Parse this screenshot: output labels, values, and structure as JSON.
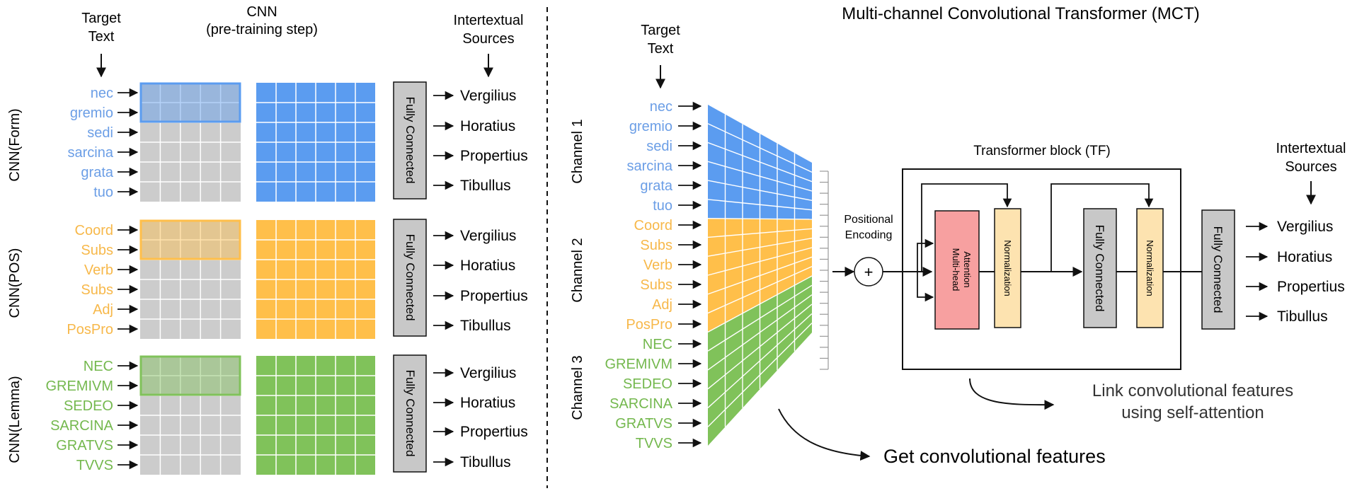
{
  "colors": {
    "form": "#6b9ee6",
    "form_fill": "#5b9cf0",
    "pos": "#f7b84a",
    "pos_fill": "#ffbf4a",
    "lemma": "#74b84e",
    "lemma_fill": "#80c25a",
    "grid_gray": "#cccccc",
    "fc_gray": "#c8c8c8",
    "attention_red": "#f7a0a0",
    "norm_yellow": "#fde3b0"
  },
  "left": {
    "target_text": [
      "Target",
      "Text"
    ],
    "cnn_title": [
      "CNN",
      "(pre-training step)"
    ],
    "sources_title": [
      "Intertextual",
      "Sources"
    ],
    "fc_label": "Fully Connected",
    "panels": [
      {
        "id": "form",
        "row_label": "CNN(Form)",
        "words": [
          "nec",
          "gremio",
          "sedi",
          "sarcina",
          "grata",
          "tuo"
        ],
        "sources": [
          "Vergilius",
          "Horatius",
          "Propertius",
          "Tibullus"
        ]
      },
      {
        "id": "pos",
        "row_label": "CNN(POS)",
        "words": [
          "Coord",
          "Subs",
          "Verb",
          "Subs",
          "Adj",
          "PosPro"
        ],
        "sources": [
          "Vergilius",
          "Horatius",
          "Propertius",
          "Tibullus"
        ]
      },
      {
        "id": "lemma",
        "row_label": "CNN(Lemma)",
        "words": [
          "NEC",
          "GREMIVM",
          "SEDEO",
          "SARCINA",
          "GRATVS",
          "TVVS"
        ],
        "sources": [
          "Vergilius",
          "Horatius",
          "Propertius",
          "Tibullus"
        ]
      }
    ]
  },
  "right": {
    "title": "Multi-channel Convolutional Transformer (MCT)",
    "target_text": [
      "Target",
      "Text"
    ],
    "channels": [
      "Channel 1",
      "Channel 2",
      "Channel 3"
    ],
    "words": [
      [
        "nec",
        "gremio",
        "sedi",
        "sarcina",
        "grata",
        "tuo"
      ],
      [
        "Coord",
        "Subs",
        "Verb",
        "Subs",
        "Adj",
        "PosPro"
      ],
      [
        "NEC",
        "GREMIVM",
        "SEDEO",
        "SARCINA",
        "GRATVS",
        "TVVS"
      ]
    ],
    "positional_encoding": [
      "Positional",
      "Encoding"
    ],
    "plus": "+",
    "transformer_block": "Transformer block (TF)",
    "attention": [
      "Multi-head",
      "Attention"
    ],
    "normalization": "Normalization",
    "fully_connected": "Fully Connected",
    "sources_title": [
      "Intertextual",
      "Sources"
    ],
    "sources": [
      "Vergilius",
      "Horatius",
      "Propertius",
      "Tibullus"
    ],
    "link_note": [
      "Link convolutional features",
      "using self-attention"
    ],
    "get_features": "Get convolutional features"
  }
}
